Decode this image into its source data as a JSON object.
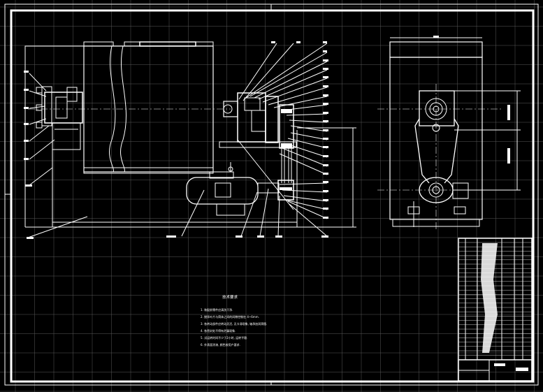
{
  "drawing": {
    "background": "#000000",
    "line_color": "#ffffff",
    "grid_color": "#5a5a5a",
    "notes_title": "技术要求",
    "notes": [
      "1. 装配前零件应清洗干净.",
      "2. 搅拌叶片与筒体之间的间隙控制在 4~6mm.",
      "3. 各转动部件应转动灵活, 无卡滞现象, 轴承加润滑脂.",
      "4. 各密封处不得有泄漏现象.",
      "5. 试运转时间不少于2小时, 运转平稳.",
      "6. 外表面涂漆, 颜色按用户要求."
    ]
  }
}
